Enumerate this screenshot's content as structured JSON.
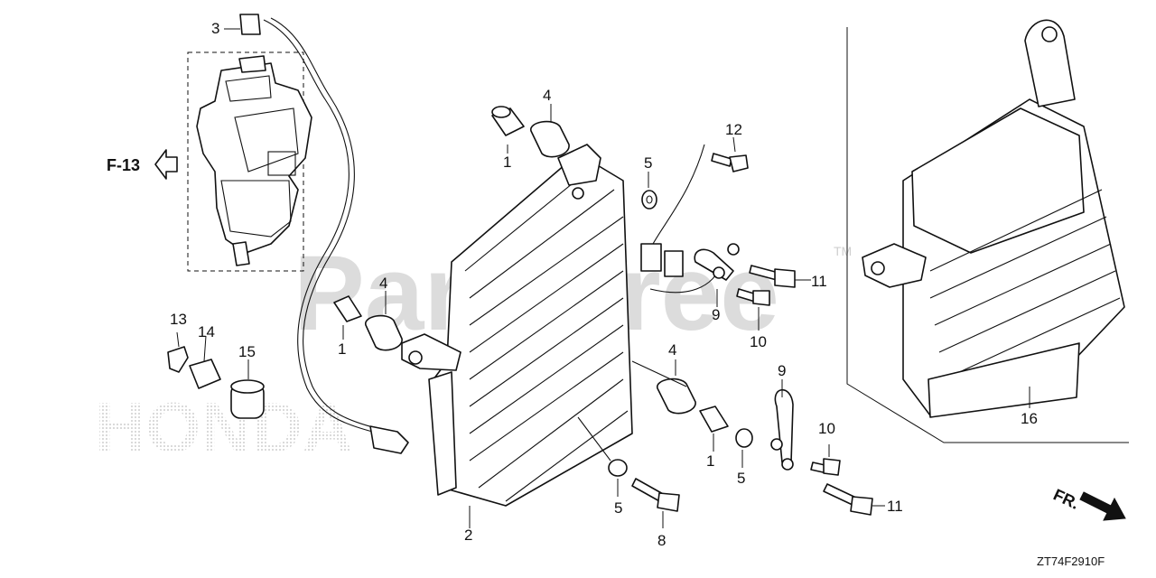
{
  "diagram": {
    "page_reference": "F-13",
    "figure_code": "ZT74F2910F",
    "front_indicator": "FR.",
    "watermark_text": "PartsTree",
    "watermark_tm": "TM",
    "brand_watermark": "HONDA",
    "callouts": {
      "c1": "1",
      "c2": "2",
      "c3": "3",
      "c4": "4",
      "c5": "5",
      "c8": "8",
      "c9": "9",
      "c10": "10",
      "c11": "11",
      "c12": "12",
      "c13": "13",
      "c14": "14",
      "c15": "15",
      "c16": "16"
    },
    "colors": {
      "line": "#111111",
      "watermark": "#d9d9d9",
      "background": "#ffffff"
    }
  }
}
